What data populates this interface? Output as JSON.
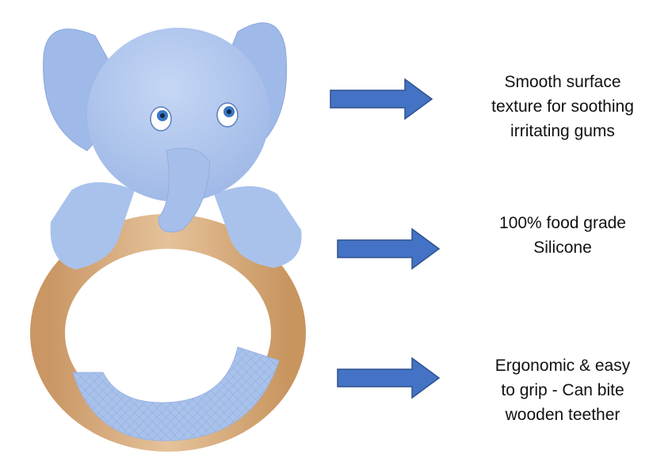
{
  "colors": {
    "arrow": "#4472C4",
    "arrow_border": "#2F528F",
    "silicone": "#A9C2EC",
    "wood": "#D9AE7E",
    "text": "#111111"
  },
  "product": {
    "icon": "elephant-teether-image"
  },
  "features": [
    {
      "lines": [
        "Smooth surface",
        "texture for soothing",
        "irritating gums"
      ]
    },
    {
      "lines": [
        "100% food grade",
        "Silicone"
      ]
    },
    {
      "lines": [
        "Ergonomic & easy",
        "to grip - Can bite",
        "wooden teether"
      ]
    }
  ]
}
